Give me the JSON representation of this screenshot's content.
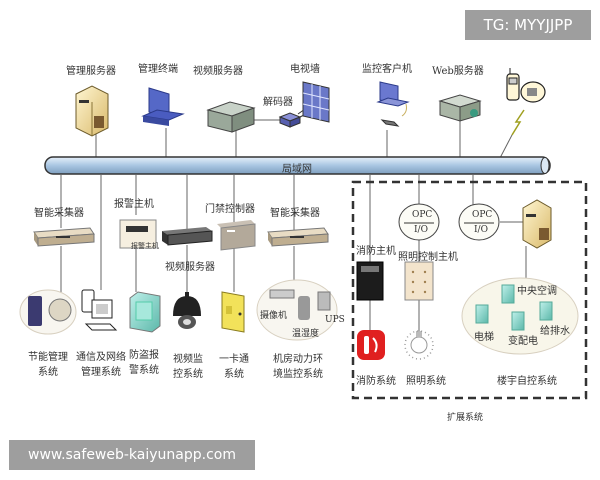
{
  "watermarks": {
    "top_right": "TG: MYYJJPP",
    "bottom_left": "www.safeweb-kaiyunapp.com"
  },
  "network": {
    "backbone_label": "局域网"
  },
  "top_devices": [
    {
      "label": "管理服务器",
      "icon": "server-tower-icon"
    },
    {
      "label": "管理终端",
      "icon": "workstation-icon"
    },
    {
      "label": "视频服务器",
      "icon": "rack-server-icon"
    },
    {
      "label": "电视墙",
      "icon": "video-wall-icon"
    },
    {
      "label": "解码器",
      "icon": "decoder-icon"
    },
    {
      "label": "监控客户机",
      "icon": "monitor-client-icon"
    },
    {
      "label": "Web服务器",
      "icon": "web-server-icon"
    },
    {
      "label": "",
      "icon": "phone-icon"
    }
  ],
  "mid_devices": [
    {
      "label": "智能采集器",
      "icon": "collector-icon"
    },
    {
      "label": "报警主机",
      "icon": "alarm-host-icon",
      "device_text": "报警主机"
    },
    {
      "label": "视频服务器",
      "icon": "video-server-icon"
    },
    {
      "label": "门禁控制器",
      "icon": "access-controller-icon"
    },
    {
      "label": "智能采集器",
      "icon": "collector-icon"
    }
  ],
  "subsystems": [
    {
      "line1": "节能管理",
      "line2": "系统"
    },
    {
      "line1": "通信及网络",
      "line2": "管理系统"
    },
    {
      "line1": "防盗报",
      "line2": "警系统"
    },
    {
      "line1": "视频监",
      "line2": "控系统"
    },
    {
      "line1": "一卡通",
      "line2": "系统"
    },
    {
      "line1": "机房动力环",
      "line2": "境监控系统"
    }
  ],
  "machine_room": {
    "items": [
      "摄像机",
      "UPS",
      "温湿度"
    ]
  },
  "extension": {
    "box_label": "扩展系统",
    "opc": [
      {
        "top": "OPC",
        "bottom": "I/O"
      },
      {
        "top": "OPC",
        "bottom": "I/O"
      }
    ],
    "fire_host": "消防主机",
    "lighting_host": "照明控制主机",
    "fire_system": "消防系统",
    "lighting_system": "照明系统",
    "bas_system": "楼宇自控系统",
    "bas_items": [
      "中央空调",
      "电梯",
      "变配电",
      "给排水"
    ]
  },
  "colors": {
    "backbone": "#b9d3ea",
    "backbone_border": "#333333",
    "line": "#666666",
    "dash": "#333333",
    "watermark_bg": "#9e9e9e"
  }
}
